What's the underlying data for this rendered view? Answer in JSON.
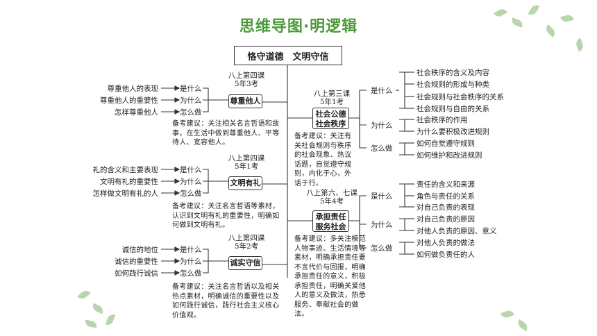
{
  "title": "思维导图·明逻辑",
  "root": "恪守道德　文明守信",
  "left": [
    {
      "name": "尊重他人",
      "lesson": [
        "八上第四课",
        "5年3考"
      ],
      "items": [
        {
          "q": "尊重他人的表现",
          "k": "是什么"
        },
        {
          "q": "尊重他人的重要性",
          "k": "为什么"
        },
        {
          "q": "怎样尊重他人",
          "k": "怎么做"
        }
      ],
      "note": "备考建议：关注相关名言哲语和故事，在生活中做到尊重他人、平等待人、宽容他人。"
    },
    {
      "name": "文明有礼",
      "lesson": [
        "八上第四课",
        "5年1考"
      ],
      "items": [
        {
          "q": "礼的含义和主要表现",
          "k": "是什么"
        },
        {
          "q": "文明有礼的重要性",
          "k": "为什么"
        },
        {
          "q": "怎样做文明有礼的人",
          "k": "怎么做"
        }
      ],
      "note": "备考建议：关注名言哲语等素材，认识到文明有礼的重要性，明确如何做到文明有礼。"
    },
    {
      "name": "诚实守信",
      "lesson": [
        "八上第四课",
        "5年2考"
      ],
      "items": [
        {
          "q": "诚信的地位",
          "k": "是什么"
        },
        {
          "q": "诚信的重要性",
          "k": "为什么"
        },
        {
          "q": "如何践行诚信",
          "k": "怎么做"
        }
      ],
      "note": "备考建议：关注名言哲语以及相关热点素材，明确诚信的重要性以及如何践行诚信，践行社会主义核心价值观。"
    }
  ],
  "right": [
    {
      "name": [
        "社会公德",
        "社会秩序"
      ],
      "lesson": [
        "八上第三课",
        "5年1考"
      ],
      "groups": [
        {
          "k": "是什么",
          "items": [
            "社会秩序的含义及内容",
            "社会规则的形成与种类",
            "社会规则与社会秩序的关系",
            "社会规则与自由的关系"
          ]
        },
        {
          "k": "为什么",
          "items": [
            "社会秩序的作用",
            "为什么要积极改进规则"
          ]
        },
        {
          "k": "怎么做",
          "items": [
            "如何自觉遵守规则",
            "如何维护和改进规则"
          ]
        }
      ],
      "note": "备考建议：关注有关社会规则与秩序的社会现象、热议话题，自觉遵守规则，内化于心，外话于行。"
    },
    {
      "name": [
        "承担责任",
        "服务社会"
      ],
      "lesson": [
        "八上第六、七课",
        "5年4考"
      ],
      "groups": [
        {
          "k": "是什么",
          "items": [
            "责任的含义和来源",
            "角色与责任的关系",
            "对自己负责的表现"
          ]
        },
        {
          "k": "为什么",
          "items": [
            "对自己负责的原因",
            "对他人负责的原因、意义"
          ]
        },
        {
          "k": "怎么做",
          "items": [
            "对他人负责的做法",
            "如何做负责任的人"
          ]
        }
      ],
      "note": "备考建议：多关注模范人物事迹、生活情境等素材，明确承担责任要不言代价与回报，明确承担责任的意义，积极承担责任，明确关爱他人的意义及做法，热悉服务、奉献社会的做法。"
    }
  ],
  "colors": {
    "title": "#4a9a3a",
    "line": "#333333"
  }
}
